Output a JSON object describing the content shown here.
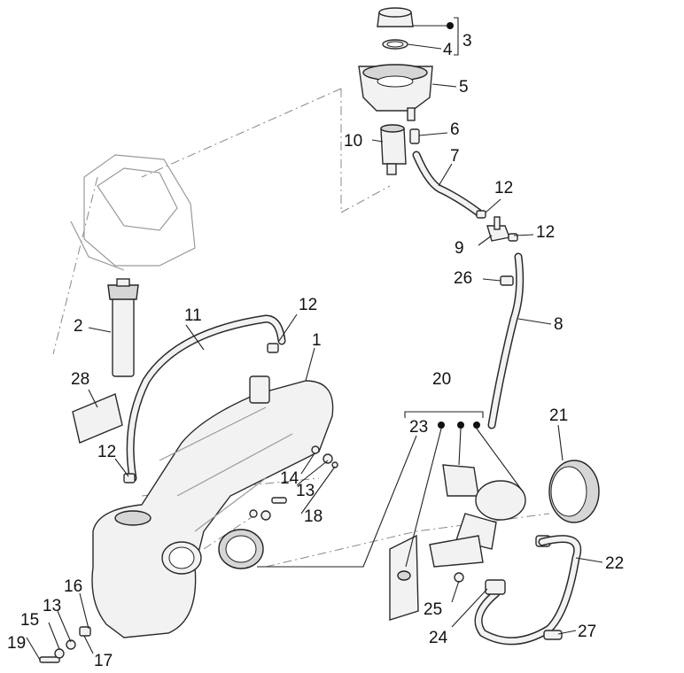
{
  "callouts": {
    "c1": "1",
    "c2": "2",
    "c3": "3",
    "c4": "4",
    "c5": "5",
    "c6": "6",
    "c7": "7",
    "c8": "8",
    "c9": "9",
    "c10": "10",
    "c11": "11",
    "c12a": "12",
    "c12b": "12",
    "c12c": "12",
    "c12d": "12",
    "c13a": "13",
    "c13b": "13",
    "c14": "14",
    "c15": "15",
    "c16": "16",
    "c17": "17",
    "c18": "18",
    "c19": "19",
    "c20": "20",
    "c21": "21",
    "c22": "22",
    "c23": "23",
    "c24": "24",
    "c25": "25",
    "c26": "26",
    "c27": "27",
    "c28": "28"
  }
}
